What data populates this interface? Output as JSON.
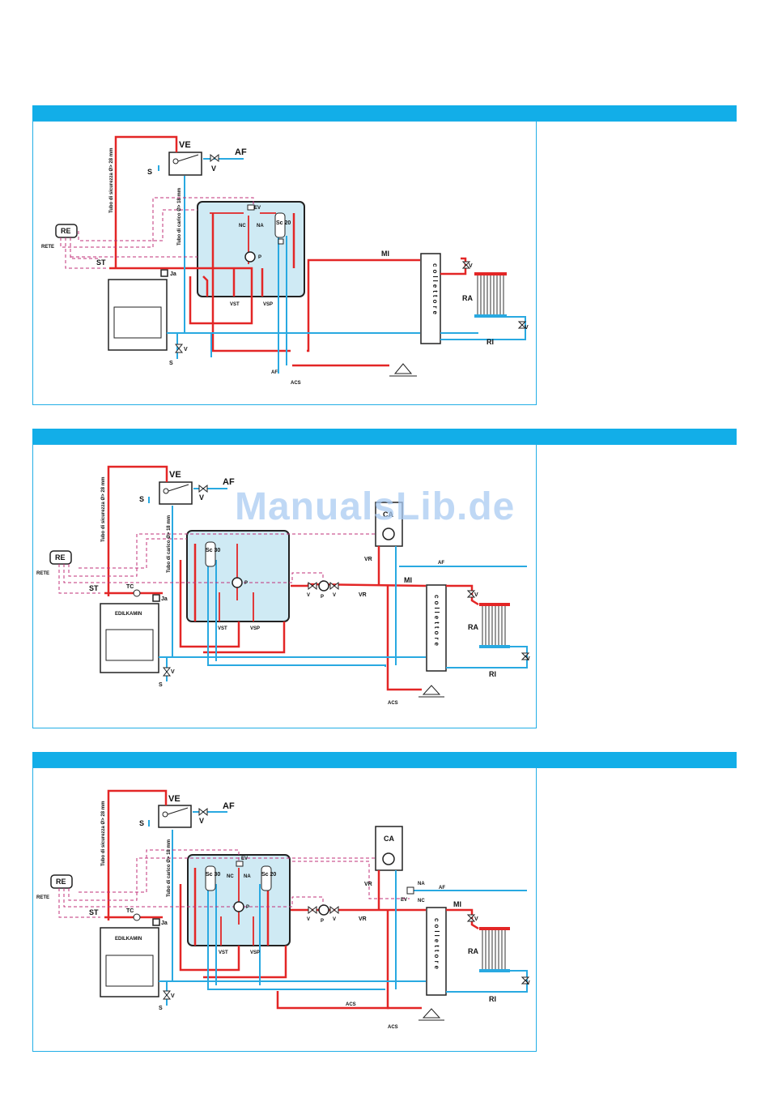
{
  "watermark": "ManualsLib.de",
  "colors": {
    "band": "#12aee8",
    "hot": "#e32626",
    "cold": "#29a9e1",
    "signal": "#c0307a",
    "tank": "#cfeaf4"
  },
  "labels": {
    "ve": "VE",
    "af": "AF",
    "s": "S",
    "v": "V",
    "re": "RE",
    "rete": "RETE",
    "st": "ST",
    "ja": "Ja",
    "ev": "EV",
    "nc": "NC",
    "na": "NA",
    "p": "P",
    "sc20": "Sc 20",
    "sc30": "Sc 30",
    "vst": "VST",
    "vsp": "VSP",
    "mi": "MI",
    "ri": "RI",
    "ra": "RA",
    "acs": "ACS",
    "collettore": "collettore",
    "ca": "CA",
    "vr": "VR",
    "tc": "TC",
    "brand": "EDILKAMIN",
    "tubo_sicurezza": "Tubo di sicurezza Ø> 28 mm",
    "tubo_carico": "Tubo di carico Ø> 18 mm"
  }
}
